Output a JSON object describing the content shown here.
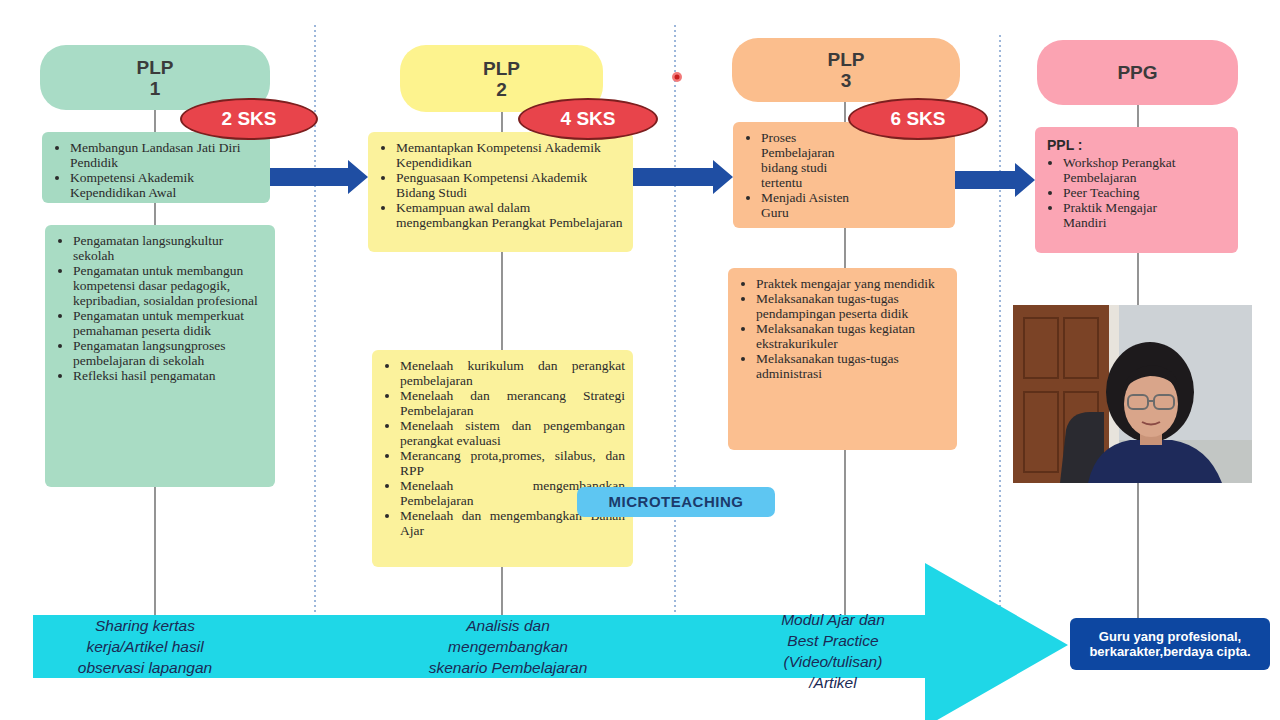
{
  "diagram": {
    "nodes": [
      {
        "text": [
          "PLP 1"
        ]
      },
      {
        "text": [
          "2 SKS"
        ]
      },
      {
        "text": [
          "Membangun Landasan Jati Diri Pendidik",
          "Kompetensi Akademik Kependidikan Awal"
        ]
      },
      {
        "text": [
          "Pengamatan langsungkultur sekolah",
          "Pengamatan untuk membangun kompetensi dasar pedagogik, kepribadian, sosialdan profesional",
          "Pengamatan untuk memperkuat pemahaman peserta didik",
          "Pengamatan langsungproses pembelajaran di sekolah",
          "Refleksi hasil pengamatan"
        ]
      },
      {
        "text": [
          "PLP 2"
        ]
      },
      {
        "text": [
          "4 SKS"
        ]
      },
      {
        "text": [
          "Memantapkan Kompetensi Akademik Kependidikan",
          "Penguasaan Kompetensi Akademik Bidang Studi",
          "Kemampuan awal dalam mengembangkan Perangkat Pembelajaran"
        ]
      },
      {
        "text": [
          "Menelaah kurikulum dan perangkat pembelajaran",
          "Menelaah dan merancang Strategi Pembelajaran",
          "Menelaah sistem dan pengembangan perangkat evaluasi",
          "Merancang prota,promes, silabus, dan RPP",
          "Menelaah mengembangkan Pembelajaran",
          "Menelaah dan mengembangkan Bahan Ajar"
        ]
      },
      {
        "text": [
          "MICROTEACHING"
        ]
      },
      {
        "text": [
          "PLP 3"
        ]
      },
      {
        "text": [
          "6 SKS"
        ]
      },
      {
        "text": [
          "Proses Pembelajaran bidang studi tertentu",
          "Menjadi Asisten Guru"
        ]
      },
      {
        "text": [
          "Praktek mengajar yang mendidik",
          "Melaksanakan tugas-tugas pendampingan peserta didik",
          "Melaksanakan tugas kegiatan ekstrakurikuler",
          "Melaksanakan tugas-tugas administrasi"
        ]
      },
      {
        "text": [
          "PPG"
        ]
      },
      {
        "text": [
          "PPL :",
          "Workshop Perangkat Pembelajaran",
          "Peer Teaching",
          "Praktik Mengajar Mandiri"
        ]
      },
      {
        "text": [
          "Sharing kertas kerja/Artikel hasil observasi lapangan",
          "Analisis dan mengembangkan skenario Pembelajaran",
          "Modul Ajar dan Best Practice (Video/tulisan) /Artikel"
        ]
      },
      {
        "text": [
          "Guru yang profesional, berkarakter,berdaya cipta."
        ]
      }
    ],
    "edges": [
      {
        "from": 2,
        "to": 6,
        "arrow": "to"
      },
      {
        "from": 6,
        "to": 11,
        "arrow": "to"
      },
      {
        "from": 11,
        "to": 14,
        "arrow": "to"
      },
      {
        "from": 0,
        "to": 2,
        "arrow": "none"
      },
      {
        "from": 2,
        "to": 3,
        "arrow": "none"
      },
      {
        "from": 3,
        "to": 15,
        "arrow": "none"
      },
      {
        "from": 4,
        "to": 6,
        "arrow": "none"
      },
      {
        "from": 6,
        "to": 7,
        "arrow": "none"
      },
      {
        "from": 7,
        "to": 15,
        "arrow": "none"
      },
      {
        "from": 9,
        "to": 11,
        "arrow": "none"
      },
      {
        "from": 11,
        "to": 12,
        "arrow": "none"
      },
      {
        "from": 12,
        "to": 15,
        "arrow": "none"
      },
      {
        "from": 13,
        "to": 14,
        "arrow": "none"
      },
      {
        "from": 14,
        "to": 16,
        "arrow": "none"
      }
    ]
  }
}
